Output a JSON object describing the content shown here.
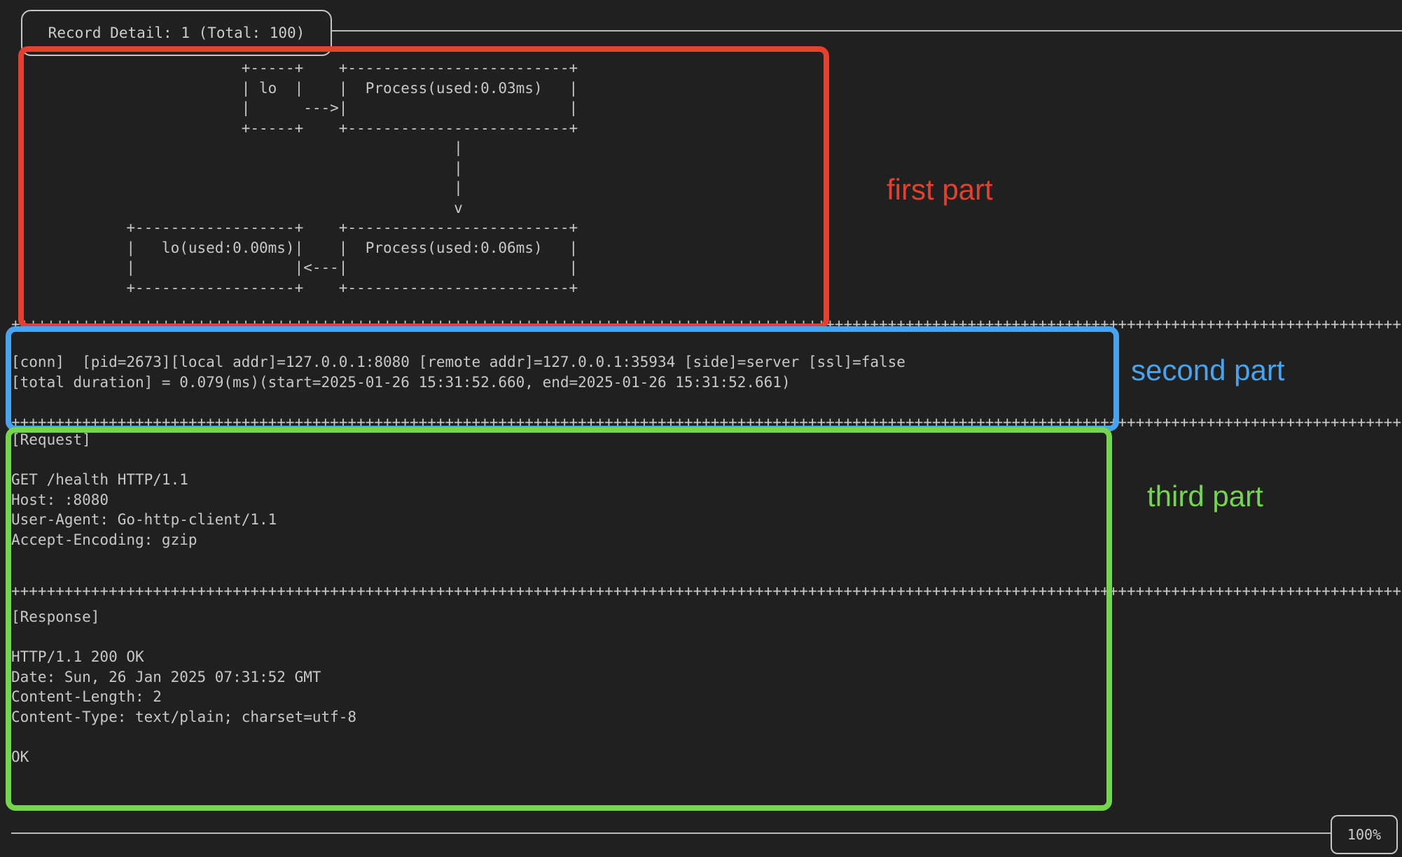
{
  "colors": {
    "background": "#202020",
    "terminal_text": "#c8c8c8",
    "border_gray": "#c6c6c6",
    "annotation_red": "#e5402d",
    "annotation_blue": "#48a4ee",
    "annotation_green": "#74d64b"
  },
  "terminal": {
    "title": "Record Detail: 1 (Total: 100)",
    "flow_diagram": "                          +-----+    +-------------------------+\n                          | lo  |    |  Process(used:0.03ms)   |\n                          |      --->|                         |\n                          +-----+    +-------------------------+\n                                                  |\n                                                  |\n                                                  |\n                                                  v\n             +------------------+    +-------------------------+\n             |   lo(used:0.00ms)|    |  Process(used:0.06ms)   |\n             |                  |<---|                         |\n             +------------------+    +-------------------------+",
    "separator_row": "++++++++++++++++++++++++++++++++++++++++++++++++++++++++++++++++++++++++++++++++++++++++++++++++++++++++++++++++++++++++++++++++++++++++++++++++++++++++++++++++++++++++++",
    "conn_summary": "[conn]  [pid=2673][local addr]=127.0.0.1:8080 [remote addr]=127.0.0.1:35934 [side]=server [ssl]=false\n[total duration] = 0.079(ms)(start=2025-01-26 15:31:52.660, end=2025-01-26 15:31:52.661)",
    "request_section": "[Request]\n\nGET /health HTTP/1.1\nHost: :8080\nUser-Agent: Go-http-client/1.1\nAccept-Encoding: gzip",
    "response_section": "[Response]\n\nHTTP/1.1 200 OK\nDate: Sun, 26 Jan 2025 07:31:52 GMT\nContent-Length: 2\nContent-Type: text/plain; charset=utf-8\n\nOK",
    "scroll_percent": "100%"
  },
  "annotations": {
    "first": {
      "label": "first part",
      "color": "#e5402d"
    },
    "second": {
      "label": "second part",
      "color": "#48a4ee"
    },
    "third": {
      "label": "third part",
      "color": "#74d64b"
    }
  }
}
